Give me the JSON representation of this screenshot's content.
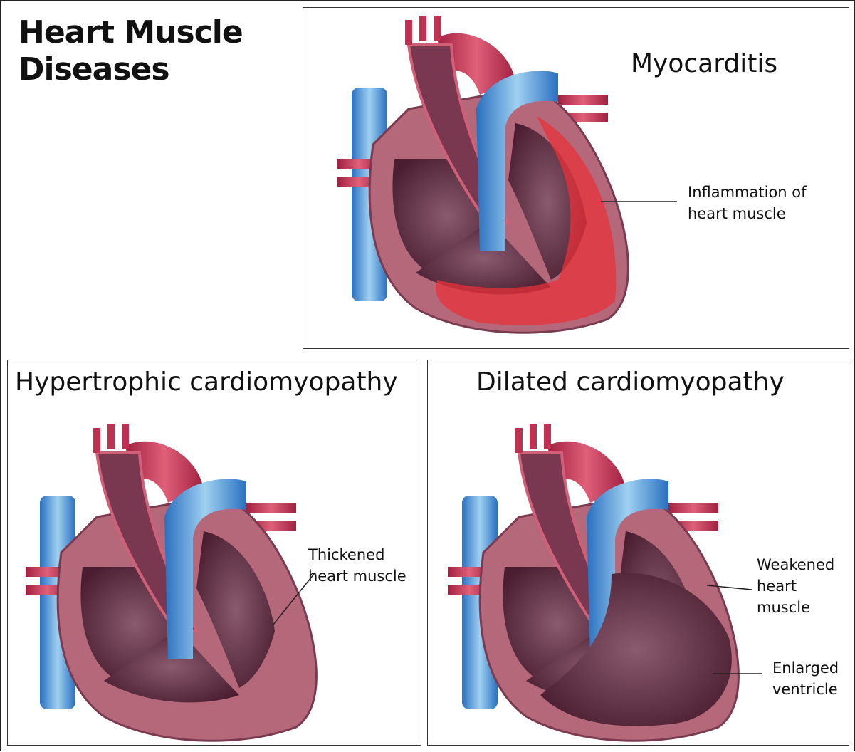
{
  "title": "Heart Muscle Diseases",
  "colors": {
    "muscle": "#b4687a",
    "chamber": "#5a2a3c",
    "vein": "#3c8fd6",
    "artery": "#c23a55",
    "inflammation": "#e8323a"
  },
  "panels": {
    "myocarditis": {
      "title": "Myocarditis",
      "labels": [
        "Inflammation of heart muscle"
      ]
    },
    "hypertrophic": {
      "title": "Hypertrophic cardiomyopathy",
      "labels": [
        "Thickened heart muscle"
      ]
    },
    "dilated": {
      "title": "Dilated cardiomyopathy",
      "labels": [
        "Weakened heart muscle",
        "Enlarged ventricle"
      ]
    }
  }
}
